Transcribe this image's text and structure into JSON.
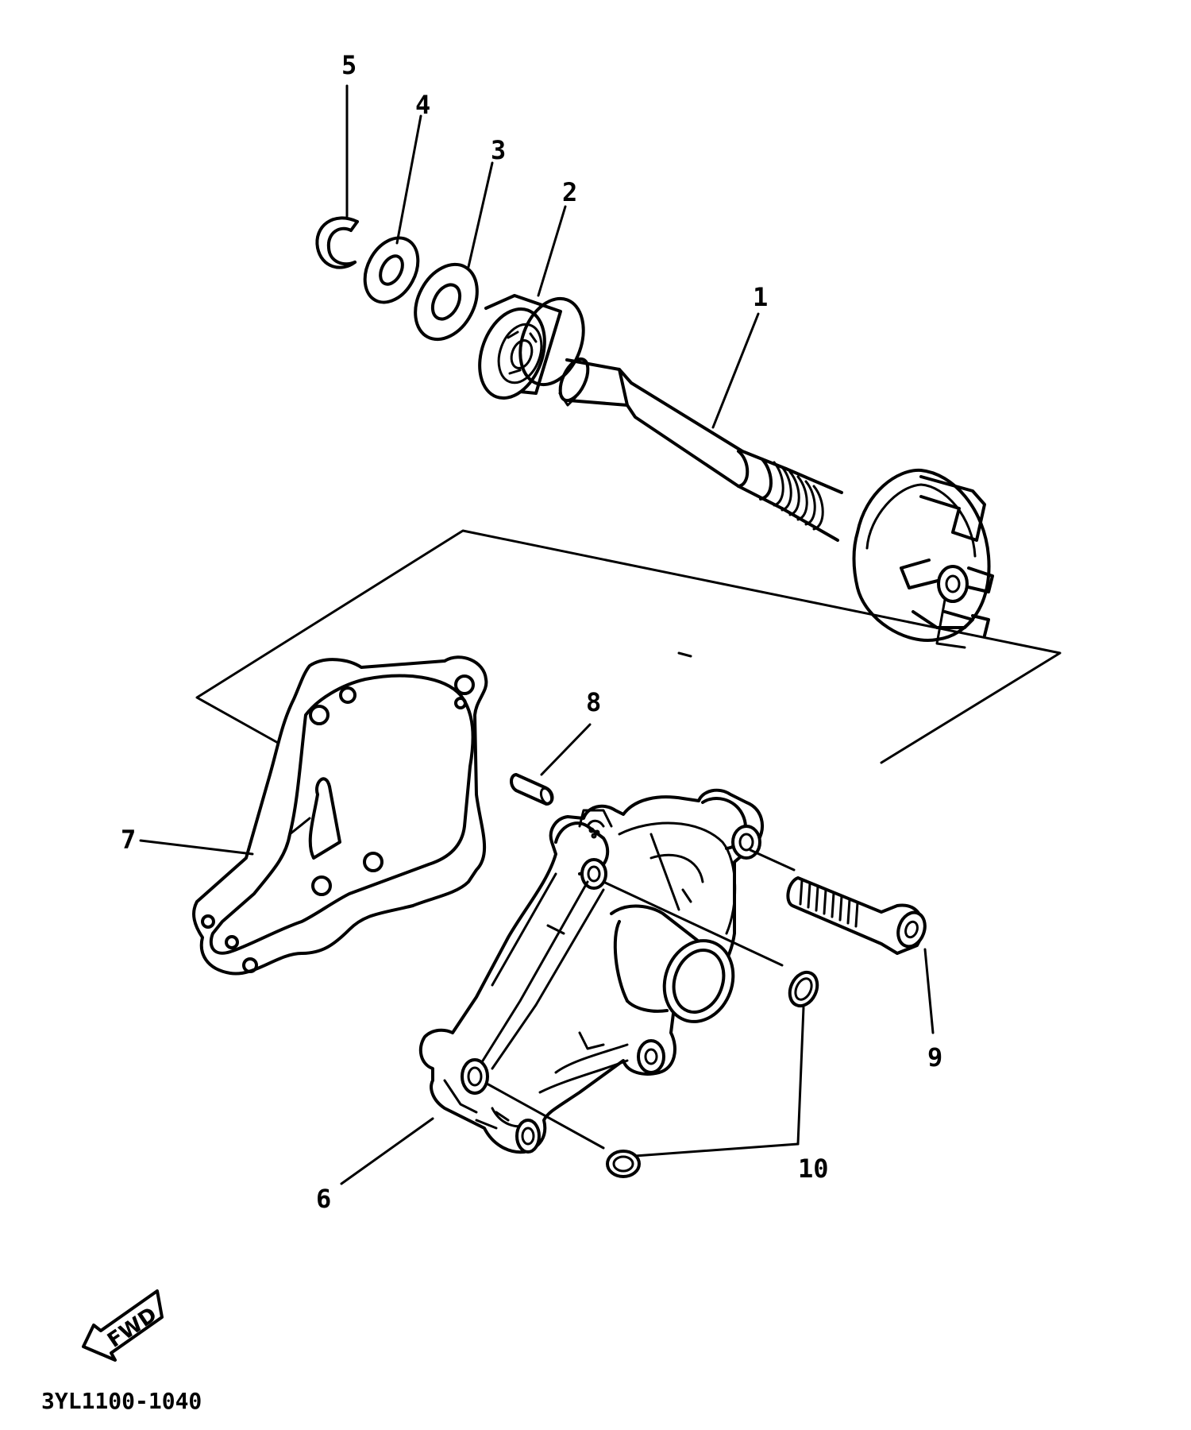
{
  "diagram": {
    "callouts": {
      "c1": "1",
      "c2": "2",
      "c3": "3",
      "c4": "4",
      "c5": "5",
      "c6": "6",
      "c7": "7",
      "c8": "8",
      "c9": "9",
      "c10": "10"
    },
    "fwd_label": "FWD",
    "drawing_code": "3YL1100-1040"
  }
}
